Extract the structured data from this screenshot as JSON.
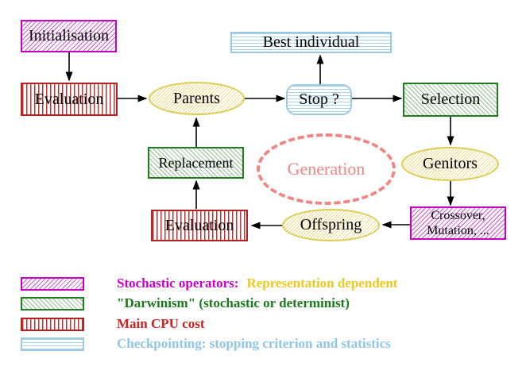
{
  "diagram": {
    "nodes": {
      "initialisation": {
        "label": "Initialisation",
        "pattern": "magenta-diagonal-hatch"
      },
      "evaluation_top": {
        "label": "Evaluation",
        "pattern": "red-vertical-stripes"
      },
      "parents": {
        "label": "Parents",
        "pattern": "yellow-diagonal-hatch"
      },
      "best_individual": {
        "label": "Best individual",
        "pattern": "cyan-horizontal-stripes"
      },
      "stop": {
        "label": "Stop ?",
        "pattern": "cyan-horizontal-stripes"
      },
      "selection": {
        "label": "Selection",
        "pattern": "green-diagonal-hatch"
      },
      "genitors": {
        "label": "Genitors",
        "pattern": "yellow-diagonal-hatch"
      },
      "crossover_mutation": {
        "label_line1": "Crossover,",
        "label_line2": "Mutation, ...",
        "pattern": "magenta-diagonal-hatch"
      },
      "offspring": {
        "label": "Offspring",
        "pattern": "yellow-diagonal-hatch"
      },
      "evaluation_bottom": {
        "label": "Evaluation",
        "pattern": "red-vertical-stripes"
      },
      "replacement": {
        "label": "Replacement",
        "pattern": "green-diagonal-hatch"
      },
      "generation": {
        "label": "Generation",
        "style": "dashed-ellipse"
      }
    },
    "colors": {
      "magenta": "#cc00cc",
      "green": "#1e7e1e",
      "red": "#b22222",
      "cyan": "#9cc8e2",
      "yellow": "#ddcc55",
      "salmon": "#ef8585",
      "arrow": "#000000"
    }
  },
  "legend": {
    "items": [
      {
        "swatch": "magenta-diagonal-hatch",
        "text": "Stochastic operators:",
        "text_color": "#cc00cc",
        "text2": "Representation dependent",
        "text2_color": "#f0c820"
      },
      {
        "swatch": "green-diagonal-hatch",
        "text": "\"Darwinism\" (stochastic or determinist)",
        "text_color": "#1a7a1a"
      },
      {
        "swatch": "red-vertical-stripes",
        "text": "Main CPU cost",
        "text_color": "#cc2222"
      },
      {
        "swatch": "cyan-horizontal-stripes",
        "text": "Checkpointing: stopping criterion and statistics",
        "text_color": "#8ec6e8"
      }
    ]
  }
}
